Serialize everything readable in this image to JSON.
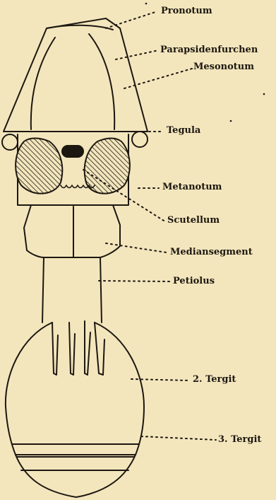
{
  "figure": {
    "colors": {
      "background": "#f3e6bd",
      "ink": "#1c1710"
    },
    "labels": {
      "pronotum": "Pronotum",
      "parapsidenfurchen": "Parapsidenfurchen",
      "mesonotum": "Mesonotum",
      "tegula": "Tegula",
      "metanotum": "Metanotum",
      "scutellum": "Scutellum",
      "mediansegment": "Mediansegment",
      "petiolus": "Petiolus",
      "tergit2": "2. Tergit",
      "tergit3": "3. Tergit"
    }
  }
}
